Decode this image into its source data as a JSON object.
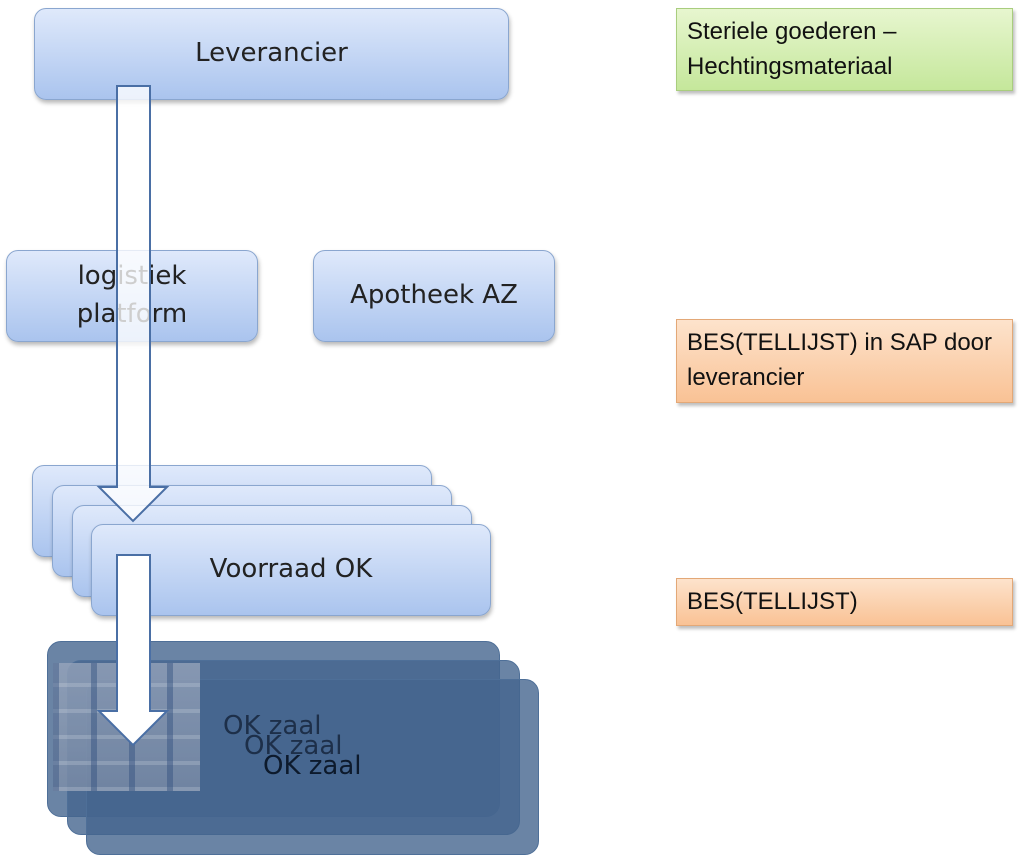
{
  "diagram": {
    "supplier": "Leverancier",
    "logistics": "logistiek platform",
    "pharmacy": "Apotheek AZ",
    "stock": "Voorraad OK",
    "operating_room_1": "OK zaal",
    "operating_room_2": "OK zaal",
    "operating_room_3": "OK zaal"
  },
  "notes": {
    "sterile_goods": "Steriele goederen  – Hechtingsmateriaal",
    "order_list_sap": "BES(TELLIJST) in SAP door leverancier",
    "order_list": "BES(TELLIJST)"
  },
  "colors": {
    "box_fill": "#aac4ee",
    "box_border": "#8aa6cf",
    "operating_room_fill": "#45658e",
    "note_green": "#c5e79b",
    "note_orange": "#f9c295",
    "arrow_stroke": "#4a6fa5"
  }
}
